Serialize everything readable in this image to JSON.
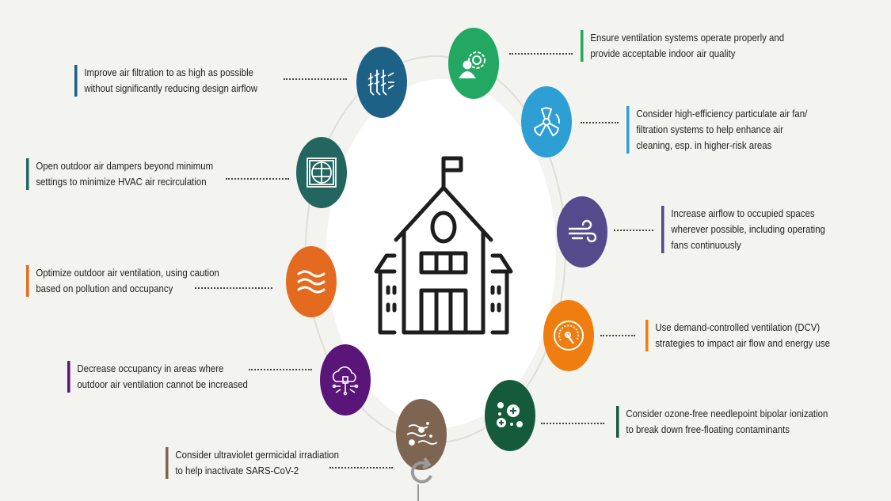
{
  "center": {
    "icon": "school-building-icon"
  },
  "items": [
    {
      "id": "filtration",
      "text_line1": "Improve air filtration to as high as possible",
      "text_line2": "without significantly reducing design airflow",
      "color": "#1e6187",
      "icon": "air-filter-icon"
    },
    {
      "id": "ventilation-systems",
      "text_line1": "Ensure ventilation systems operate properly and",
      "text_line2": "provide acceptable indoor air quality",
      "color": "#22a862",
      "icon": "person-gear-icon"
    },
    {
      "id": "hepa",
      "text_line1": "Consider high-efficiency particulate air fan/",
      "text_line2": "filtration systems to help enhance air",
      "text_line3": "cleaning, esp. in higher-risk areas",
      "color": "#2d9fd4",
      "icon": "fan-icon"
    },
    {
      "id": "dampers",
      "text_line1": "Open outdoor air dampers beyond minimum",
      "text_line2": "settings to minimize HVAC air recirculation",
      "color": "#236660",
      "icon": "air-damper-icon"
    },
    {
      "id": "airflow",
      "text_line1": "Increase airflow to occupied spaces",
      "text_line2": "wherever possible, including operating",
      "text_line3": "fans continuously",
      "color": "#544a8c",
      "icon": "wind-icon"
    },
    {
      "id": "outdoor-air",
      "text_line1": "Optimize outdoor air ventilation, using caution",
      "text_line2": "based on pollution and occupancy",
      "color": "#e46a1f",
      "icon": "air-waves-icon"
    },
    {
      "id": "dcv",
      "text_line1": "Use demand-controlled ventilation (DCV)",
      "text_line2": "strategies to impact air flow and energy use",
      "color": "#ef7d0f",
      "icon": "gauge-icon"
    },
    {
      "id": "occupancy",
      "text_line1": "Decrease occupancy in areas where",
      "text_line2": "outdoor air ventilation cannot be increased",
      "color": "#5a1579",
      "icon": "cloud-network-icon"
    },
    {
      "id": "ionization",
      "text_line1": "Consider ozone-free needlepoint bipolar ionization",
      "text_line2": "to break down free-floating contaminants",
      "color": "#155a3a",
      "icon": "ions-icon"
    },
    {
      "id": "uv",
      "text_line1": "Consider ultraviolet germicidal irradiation",
      "text_line2": "to help inactivate SARS-CoV-2",
      "color": "#7e6552",
      "icon": "virus-air-icon"
    }
  ]
}
